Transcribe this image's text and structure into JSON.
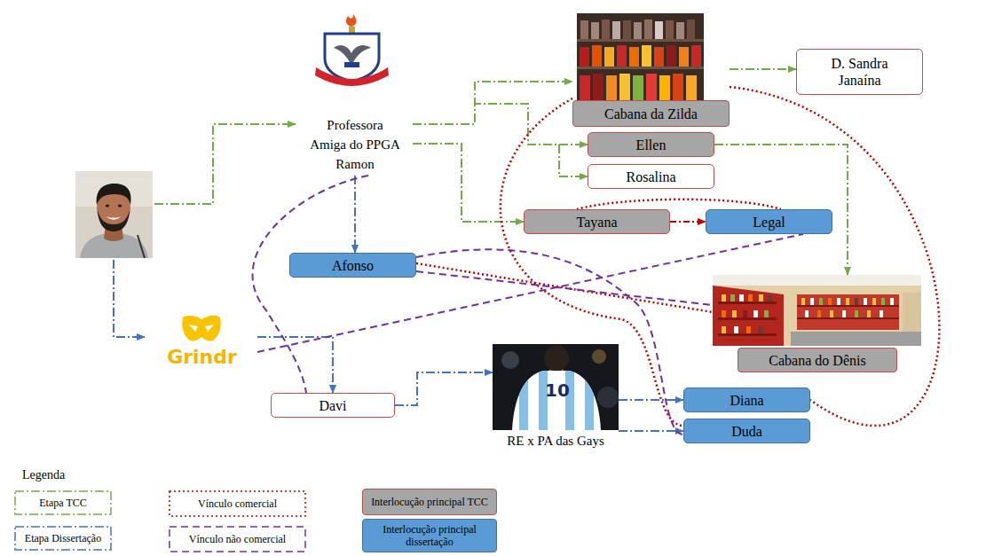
{
  "diagram": {
    "nodes": [
      {
        "text": [
          "Professora Amiga do PPGA Ramon"
        ]
      },
      {
        "text": [
          "Cabana da Zilda"
        ]
      },
      {
        "text": [
          "D. Sandra Janaína"
        ]
      },
      {
        "text": [
          "Ellen"
        ]
      },
      {
        "text": [
          "Rosalina"
        ]
      },
      {
        "text": [
          "Tayana"
        ]
      },
      {
        "text": [
          "Legal"
        ]
      },
      {
        "text": [
          "Afonso"
        ]
      },
      {
        "text": [
          "Cabana do Dênis"
        ]
      },
      {
        "text": [
          "Grindr"
        ]
      },
      {
        "text": [
          "Davi"
        ]
      },
      {
        "text": [
          "RE x PA das Gays"
        ]
      },
      {
        "text": [
          "Diana"
        ]
      },
      {
        "text": [
          "Duda"
        ]
      }
    ],
    "edges": [
      {
        "from": 0,
        "to": 1,
        "arrow": "to"
      },
      {
        "from": 1,
        "to": 2,
        "arrow": "to"
      },
      {
        "from": 0,
        "to": 3,
        "arrow": "to"
      },
      {
        "from": 0,
        "to": 4,
        "arrow": "to"
      },
      {
        "from": 0,
        "to": 5,
        "arrow": "to"
      },
      {
        "from": 3,
        "to": 8,
        "arrow": "to"
      },
      {
        "from": 0,
        "to": 7,
        "arrow": "to"
      },
      {
        "from": 9,
        "to": 10,
        "arrow": "to"
      },
      {
        "from": 10,
        "to": 11,
        "arrow": "to"
      },
      {
        "from": 11,
        "to": 12,
        "arrow": "to"
      },
      {
        "from": 11,
        "to": 13,
        "arrow": "to"
      },
      {
        "from": 5,
        "to": 6,
        "arrow": "to"
      },
      {
        "from": 5,
        "to": 6,
        "arrow": "none"
      },
      {
        "from": 1,
        "to": 13,
        "arrow": "none"
      },
      {
        "from": 1,
        "to": 12,
        "arrow": "none"
      },
      {
        "from": 7,
        "to": 8,
        "arrow": "none"
      },
      {
        "from": 7,
        "to": 8,
        "arrow": "none"
      },
      {
        "from": 7,
        "to": 13,
        "arrow": "none"
      },
      {
        "from": 0,
        "to": 10,
        "arrow": "none"
      },
      {
        "from": 9,
        "to": 6,
        "arrow": "none"
      }
    ],
    "labels": [
      "10",
      "Legenda"
    ],
    "legend": [
      {
        "text": "Etapa TCC"
      },
      {
        "text": "Etapa Dissertação"
      },
      {
        "text": "Vínculo comercial"
      },
      {
        "text": "Vínculo não comercial"
      },
      {
        "text": "Interlocução principal TCC",
        "color": "#a6a6a6"
      },
      {
        "text": "Interlocução principal dissertação",
        "color": "#5b9bd5"
      }
    ]
  }
}
